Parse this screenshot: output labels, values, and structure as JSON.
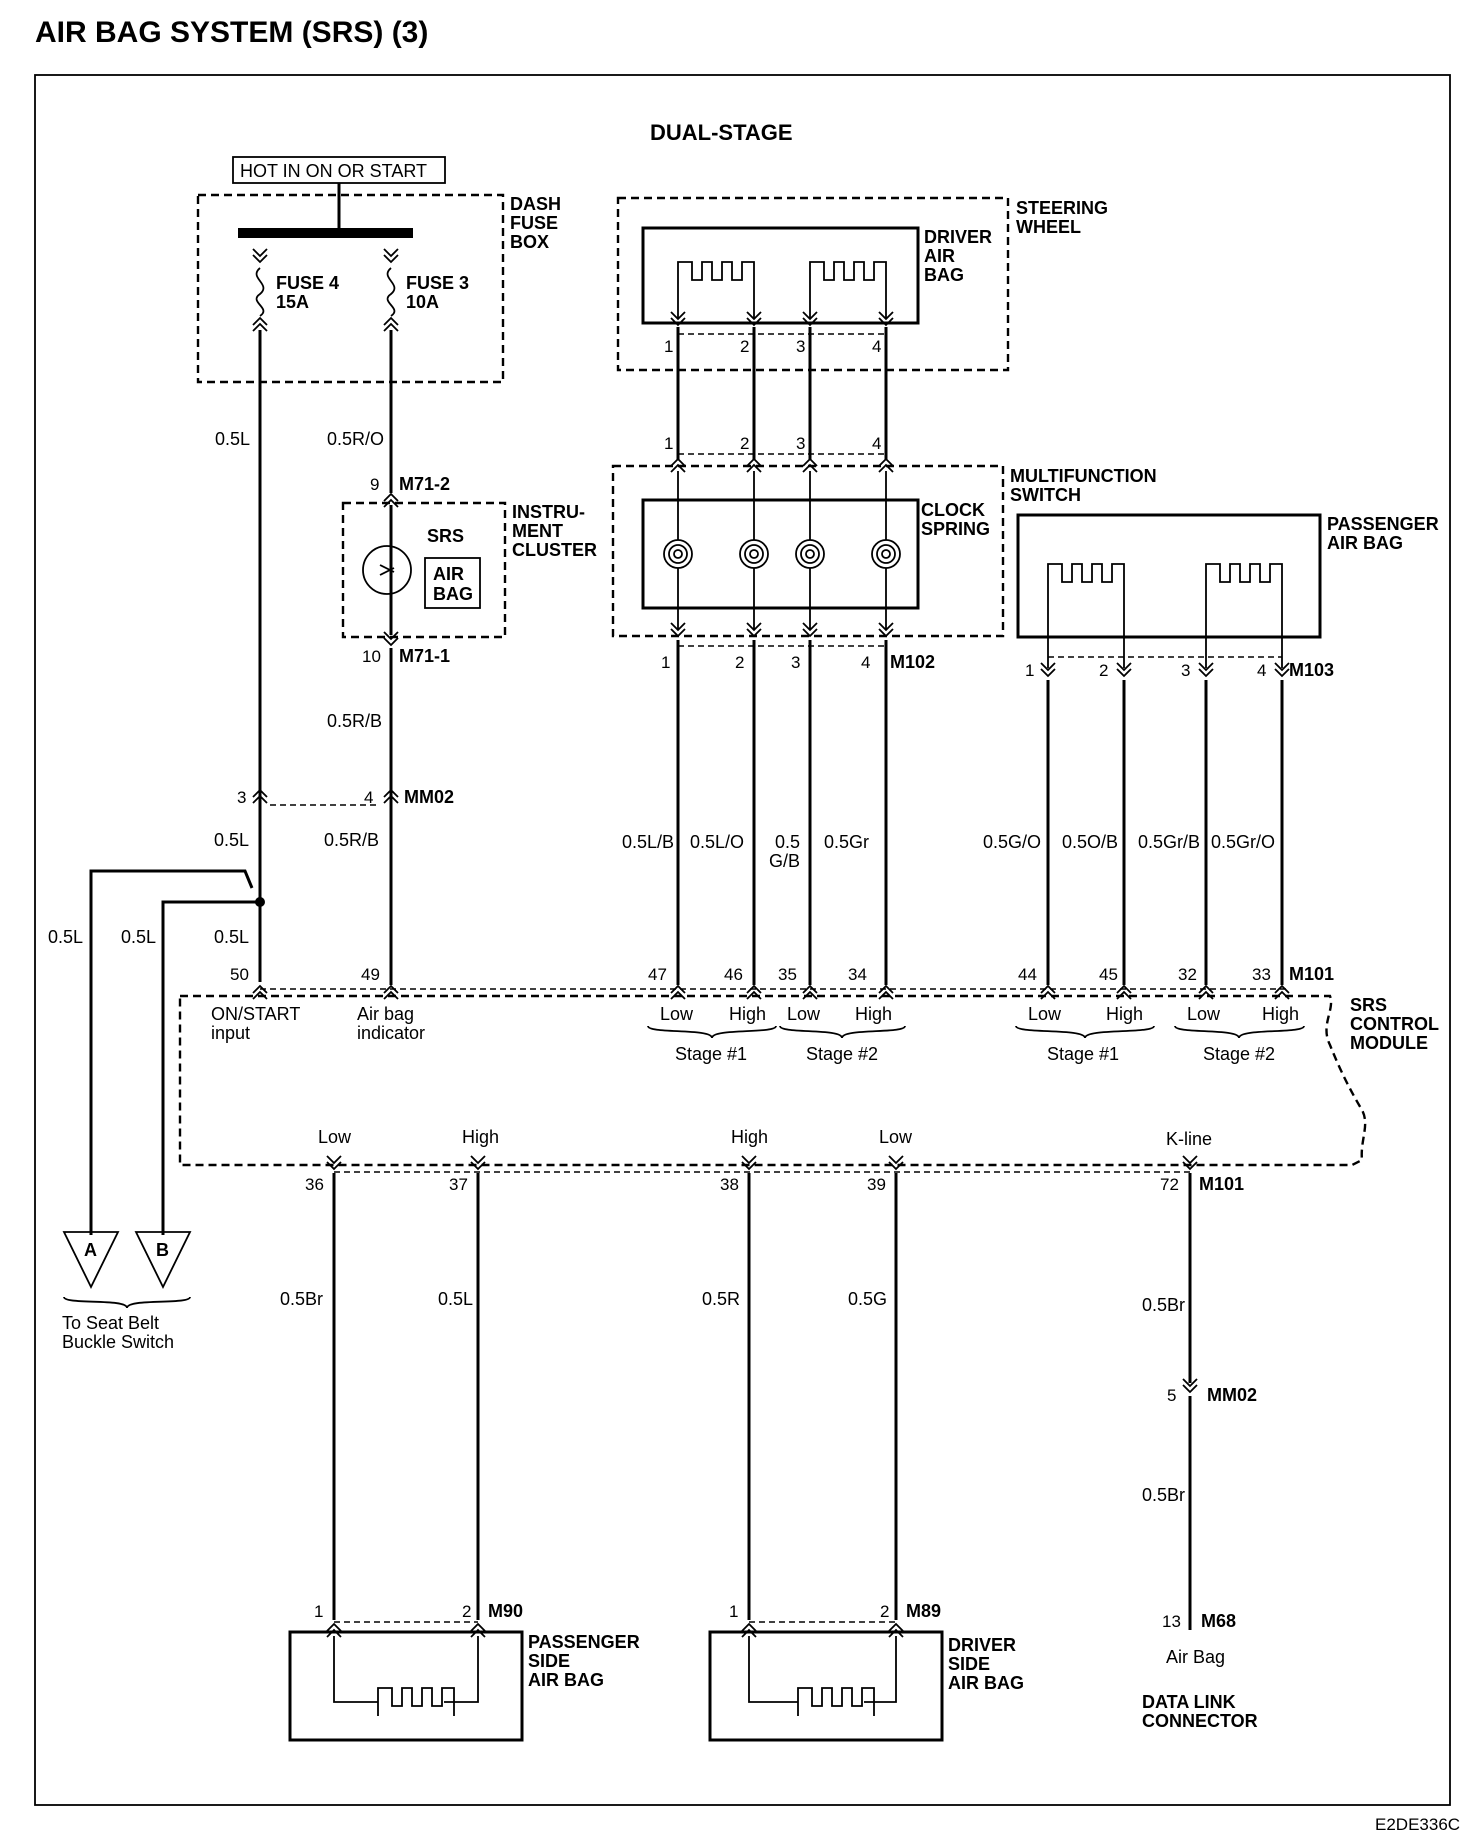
{
  "title": "AIR BAG SYSTEM (SRS) (3)",
  "subtitle": "DUAL-STAGE",
  "code": "E2DE336C",
  "power": {
    "hot_label": "HOT IN ON OR START",
    "fuse_box": [
      "DASH",
      "FUSE",
      "BOX"
    ],
    "fuse4": [
      "FUSE 4",
      "15A"
    ],
    "fuse3": [
      "FUSE 3",
      "10A"
    ]
  },
  "cluster": {
    "label": [
      "INSTRU-",
      "MENT",
      "CLUSTER"
    ],
    "srs": "SRS",
    "airbag_lamp": [
      "AIR",
      "BAG"
    ],
    "pin_top": "9",
    "conn_top": "M71-2",
    "pin_bottom": "10",
    "conn_bottom": "M71-1"
  },
  "steering": {
    "label": [
      "STEERING",
      "WHEEL"
    ],
    "airbag": [
      "DRIVER",
      "AIR",
      "BAG"
    ],
    "pins": [
      "1",
      "2",
      "3",
      "4"
    ]
  },
  "multifunction": {
    "label": [
      "MULTIFUNCTION",
      "SWITCH"
    ],
    "clock": [
      "CLOCK",
      "SPRING"
    ],
    "pins_top": [
      "1",
      "2",
      "3",
      "4"
    ],
    "pins_bottom": [
      "1",
      "2",
      "3",
      "4"
    ],
    "connector": "M102"
  },
  "passenger": {
    "label": [
      "PASSENGER",
      "AIR BAG"
    ],
    "pins": [
      "1",
      "2",
      "3",
      "4"
    ],
    "connector": "M103"
  },
  "wires": {
    "fuse4_wire": "0.5L",
    "fuse3_wire": "0.5R/O",
    "cluster_out": "0.5R/B",
    "mm02_pin3": "3",
    "mm02_pin4": "4",
    "mm02": "MM02",
    "left_wire": "0.5L",
    "right_wire": "0.5R/B",
    "branch_a": "0.5L",
    "branch_b": "0.5L",
    "module_in": "0.5L",
    "driver": [
      "0.5L/B",
      "0.5L/O",
      "0.5",
      "G/B",
      "0.5Gr"
    ],
    "passenger": [
      "0.5G/O",
      "0.5O/B",
      "0.5Gr/B",
      "0.5Gr/O"
    ]
  },
  "module": {
    "label": [
      "SRS",
      "CONTROL",
      "MODULE"
    ],
    "connector": "M101",
    "top_pins": [
      "50",
      "49",
      "47",
      "46",
      "35",
      "34",
      "44",
      "45",
      "32",
      "33"
    ],
    "on_start": [
      "ON/START",
      "input"
    ],
    "indicator": [
      "Air bag",
      "indicator"
    ],
    "low": "Low",
    "high": "High",
    "stage1": "Stage #1",
    "stage2": "Stage #2",
    "bottom_labels": [
      "Low",
      "High",
      "High",
      "Low",
      "K-line"
    ],
    "bottom_pins": [
      "36",
      "37",
      "38",
      "39",
      "72"
    ],
    "bottom_connector": "M101"
  },
  "seatbelt": {
    "a": "A",
    "b": "B",
    "label": [
      "To Seat Belt",
      "Buckle Switch"
    ]
  },
  "side_wires": [
    "0.5Br",
    "0.5L",
    "0.5R",
    "0.5G",
    "0.5Br",
    "0.5Br"
  ],
  "pass_side": {
    "label": [
      "PASSENGER",
      "SIDE",
      "AIR BAG"
    ],
    "pins": [
      "1",
      "2"
    ],
    "connector": "M90"
  },
  "driver_side": {
    "label": [
      "DRIVER",
      "SIDE",
      "AIR BAG"
    ],
    "pins": [
      "1",
      "2"
    ],
    "connector": "M89"
  },
  "dlc": {
    "mm02_pin": "5",
    "mm02": "MM02",
    "pin": "13",
    "connector": "M68",
    "airbag": "Air Bag",
    "label": [
      "DATA LINK",
      "CONNECTOR"
    ]
  }
}
